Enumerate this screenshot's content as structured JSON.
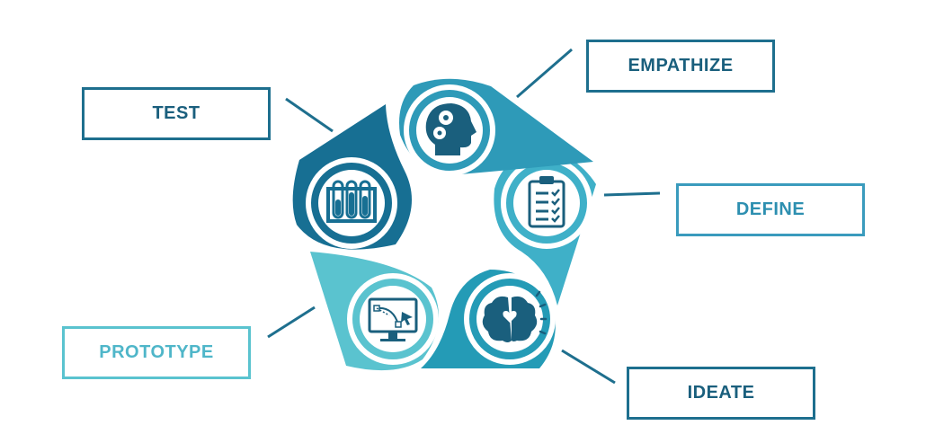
{
  "diagram": {
    "title": "",
    "stages": [
      {
        "id": "empathize",
        "label": "EMPATHIZE",
        "icon": "head-gears-icon",
        "color": "#2e9ab8"
      },
      {
        "id": "define",
        "label": "DEFINE",
        "icon": "clipboard-checklist-icon",
        "color": "#3fb0c8"
      },
      {
        "id": "ideate",
        "label": "IDEATE",
        "icon": "brain-heart-icon",
        "color": "#249bb6"
      },
      {
        "id": "prototype",
        "label": "PROTOTYPE",
        "icon": "monitor-vector-icon",
        "color": "#5ac3cf"
      },
      {
        "id": "test",
        "label": "TEST",
        "icon": "test-tubes-icon",
        "color": "#176f93"
      }
    ],
    "colors": {
      "box_border": "#1e6f8e",
      "text_dark": "#1a5f7d",
      "text_light": "#4fb6c9",
      "connector": "#1e6f8e"
    }
  }
}
